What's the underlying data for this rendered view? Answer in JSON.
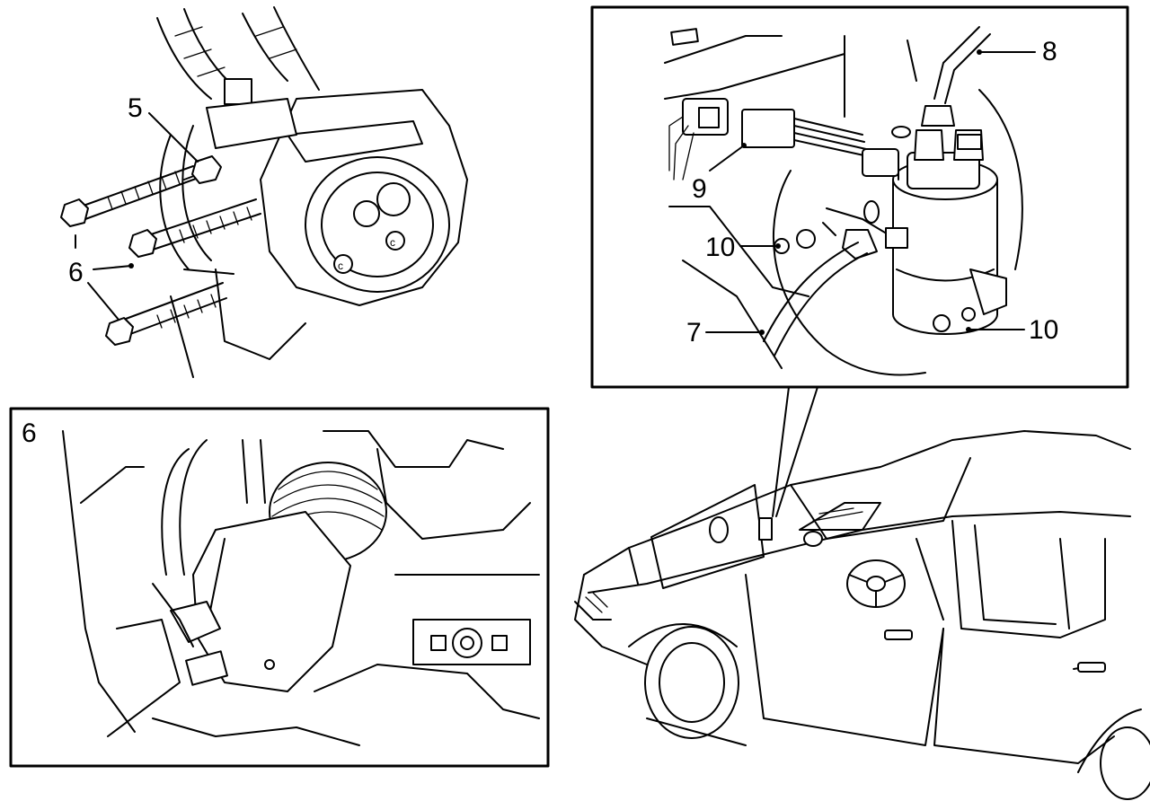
{
  "callouts": {
    "c5": "5",
    "c6_bolts": "6",
    "c6_inset": "6",
    "c7": "7",
    "c8": "8",
    "c9": "9",
    "c10_left": "10",
    "c10_right": "10"
  },
  "icons": {
    "compressor": "ac-compressor-icon",
    "drier": "receiver-drier-icon",
    "car": "car-icon",
    "bolt": "bolt-icon"
  },
  "colors": {
    "ink": "#000000",
    "paper": "#ffffff"
  }
}
